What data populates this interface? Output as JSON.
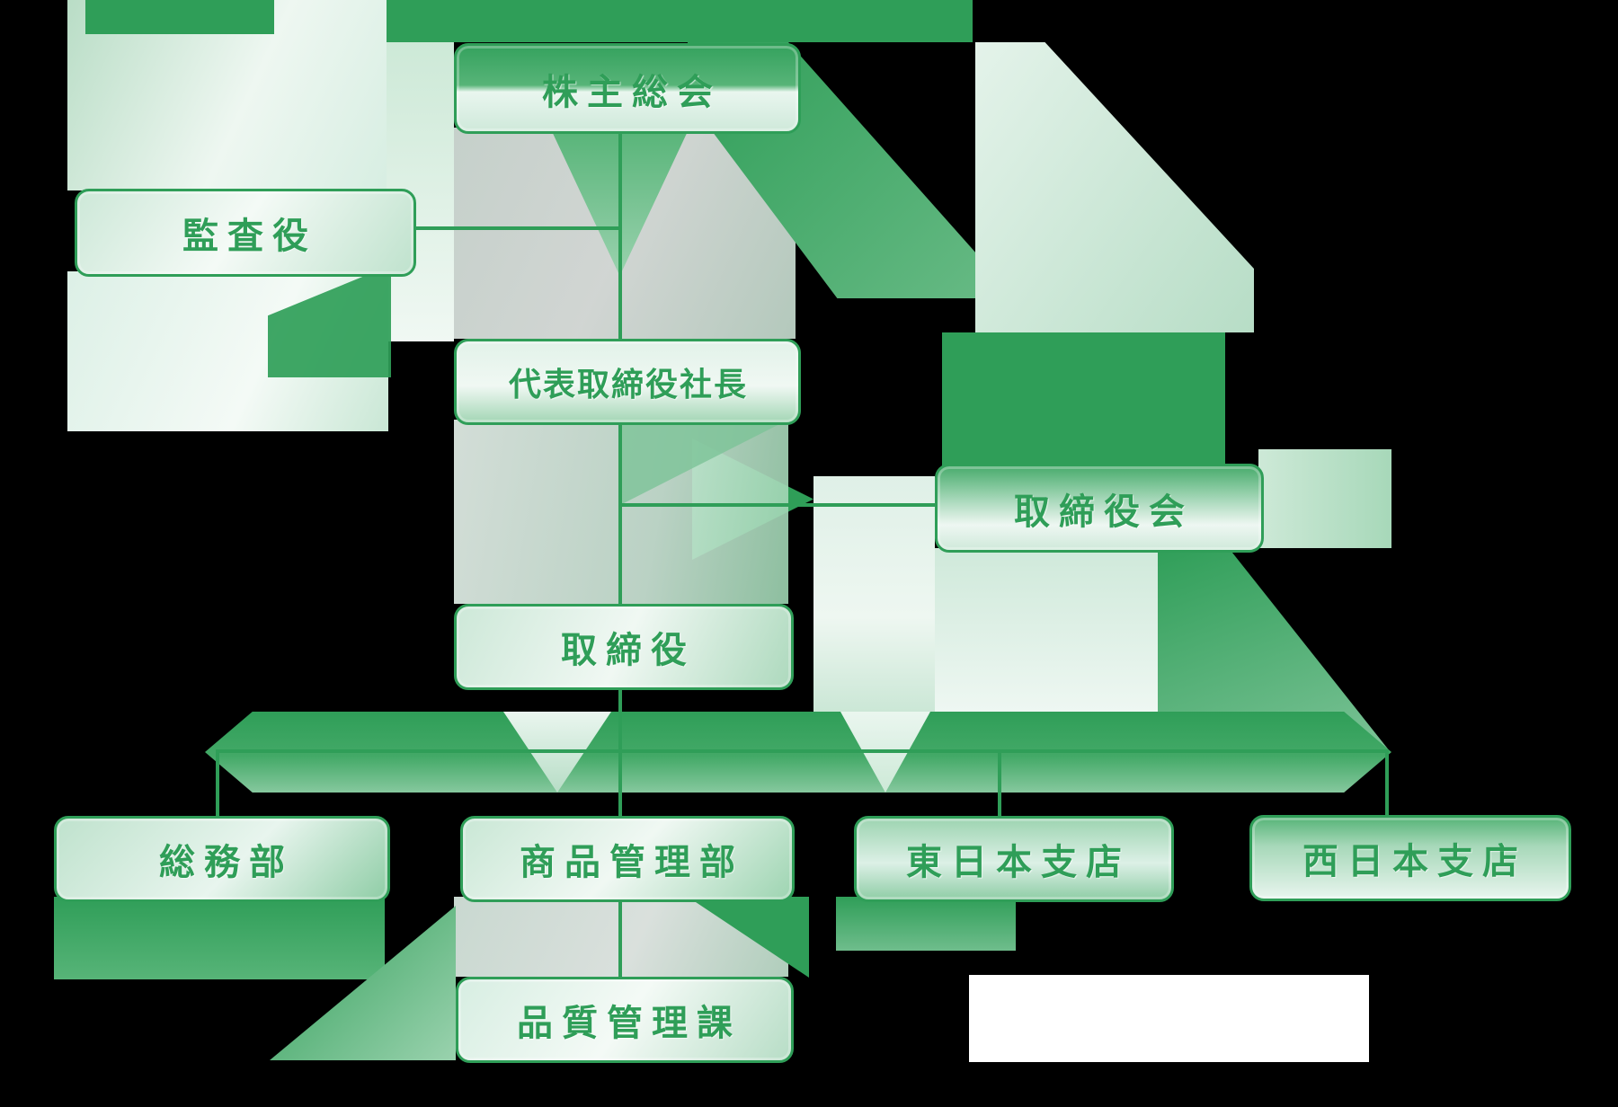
{
  "org_chart": {
    "type": "org-chart",
    "background_color": "#000000",
    "accent_color": "#2f9e58",
    "box_border_color": "#2f9e58",
    "connector_color": "#2f9e58",
    "box_fill_light": "#e8f5ee",
    "white_patch_color": "#ffffff",
    "nodes": [
      {
        "id": "shareholders-meeting",
        "label": "株主総会",
        "level": 1
      },
      {
        "id": "auditor",
        "label": "監査役",
        "level": 2
      },
      {
        "id": "representative-director-president",
        "label": "代表取締役社長",
        "level": 2
      },
      {
        "id": "board-of-directors",
        "label": "取締役会",
        "level": 3
      },
      {
        "id": "directors",
        "label": "取締役",
        "level": 3
      },
      {
        "id": "general-affairs-department",
        "label": "総務部",
        "level": 4
      },
      {
        "id": "product-management-department",
        "label": "商品管理部",
        "level": 4
      },
      {
        "id": "east-japan-branch",
        "label": "東日本支店",
        "level": 4
      },
      {
        "id": "west-japan-branch",
        "label": "西日本支店",
        "level": 4
      },
      {
        "id": "quality-control-section",
        "label": "品質管理課",
        "level": 5
      }
    ],
    "edges": [
      {
        "from": "株主総会",
        "to": "監査役"
      },
      {
        "from": "株主総会",
        "to": "代表取締役社長"
      },
      {
        "from": "代表取締役社長",
        "to": "取締役会"
      },
      {
        "from": "代表取締役社長",
        "to": "取締役"
      },
      {
        "from": "取締役",
        "to": "総務部"
      },
      {
        "from": "取締役",
        "to": "商品管理部"
      },
      {
        "from": "取締役",
        "to": "東日本支店"
      },
      {
        "from": "取締役",
        "to": "西日本支店"
      },
      {
        "from": "商品管理部",
        "to": "品質管理課"
      }
    ]
  }
}
